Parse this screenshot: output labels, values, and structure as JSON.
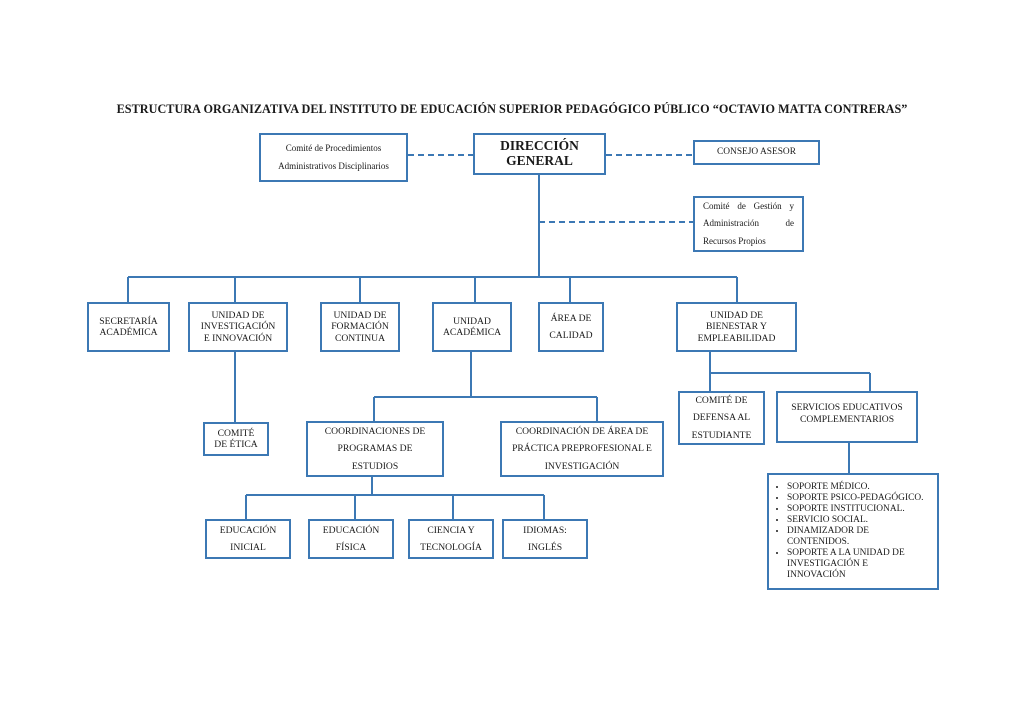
{
  "title": "ESTRUCTURA ORGANIZATIVA DEL INSTITUTO DE EDUCACIÓN SUPERIOR PEDAGÓGICO PÚBLICO “OCTAVIO MATTA CONTRERAS”",
  "colors": {
    "line": "#3c78b4",
    "box_border": "#3c78b4"
  },
  "top": {
    "direccion_general": [
      "DIRECCIÓN",
      "GENERAL"
    ],
    "comite_procedimientos": [
      "Comité de Procedimientos",
      "Administrativos Disciplinarios"
    ],
    "consejo_asesor": "CONSEJO ASESOR",
    "comite_gestion": [
      "Comité de Gestión y",
      "Administración de",
      "Recursos Propios"
    ]
  },
  "level2": [
    {
      "id": "secretaria",
      "lines": [
        "SECRETARÍA",
        "ACADÉMICA"
      ]
    },
    {
      "id": "investigacion",
      "lines": [
        "UNIDAD DE",
        "INVESTIGACIÓN",
        "E INNOVACIÓN"
      ]
    },
    {
      "id": "formacion",
      "lines": [
        "UNIDAD DE",
        "FORMACIÓN",
        "CONTINUA"
      ]
    },
    {
      "id": "academica",
      "lines": [
        "UNIDAD",
        "ACADÉMICA"
      ]
    },
    {
      "id": "calidad",
      "lines": [
        "ÁREA DE",
        "CALIDAD"
      ]
    },
    {
      "id": "bienestar",
      "lines": [
        "UNIDAD DE",
        "BIENESTAR Y",
        "EMPLEABILIDAD"
      ]
    }
  ],
  "level3": {
    "comite_etica": [
      "COMITÉ",
      "DE ÉTICA"
    ],
    "coordinaciones": [
      "COORDINACIONES DE",
      "PROGRAMAS DE",
      "ESTUDIOS"
    ],
    "coordinacion_practica": [
      "COORDINACIÓN DE ÁREA DE",
      "PRÁCTICA PREPROFESIONAL E",
      "INVESTIGACIÓN"
    ],
    "comite_defensa": [
      "COMITÉ DE",
      "DEFENSA AL",
      "ESTUDIANTE"
    ],
    "servicios": [
      "SERVICIOS EDUCATIVOS",
      "COMPLEMENTARIOS"
    ]
  },
  "programas": [
    {
      "id": "inicial",
      "lines": [
        "EDUCACIÓN",
        "INICIAL"
      ]
    },
    {
      "id": "fisica",
      "lines": [
        "EDUCACIÓN",
        "FÍSICA"
      ]
    },
    {
      "id": "ciencia",
      "lines": [
        "CIENCIA Y",
        "TECNOLOGÍA"
      ]
    },
    {
      "id": "idiomas",
      "lines": [
        "IDIOMAS:",
        "INGLÉS"
      ]
    }
  ],
  "servicios_lista": [
    "SOPORTE MÉDICO.",
    "SOPORTE PSICO-PEDAGÓGICO.",
    "SOPORTE INSTITUCIONAL.",
    "SERVICIO SOCIAL.",
    "DINAMIZADOR DE CONTENIDOS.",
    "SOPORTE A LA UNIDAD DE INVESTIGACIÓN E INNOVACIÓN"
  ]
}
